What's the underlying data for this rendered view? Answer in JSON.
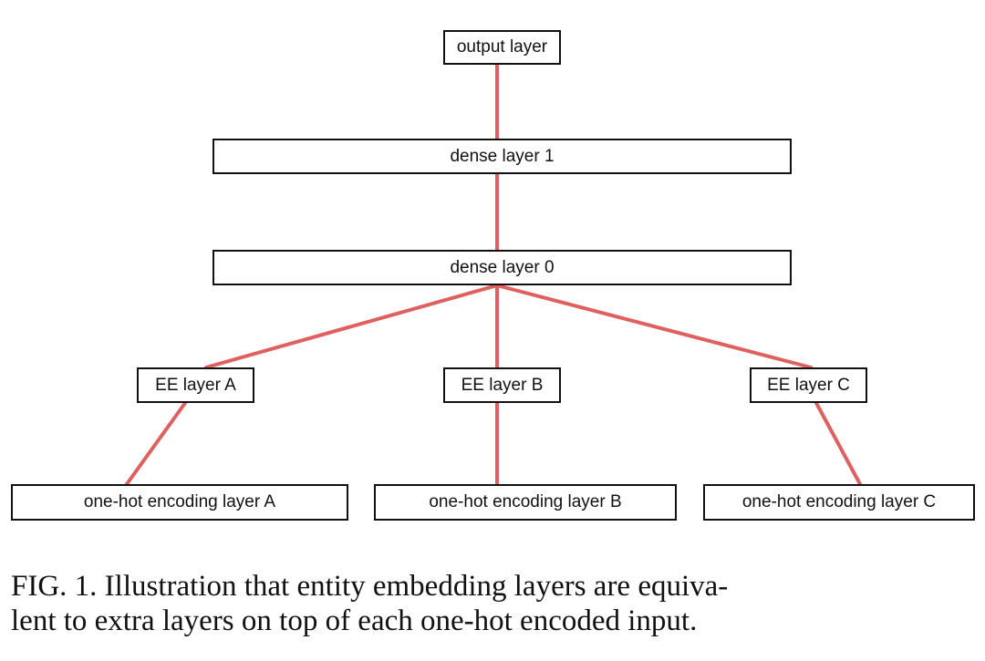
{
  "diagram": {
    "nodes": {
      "output_layer": "output layer",
      "dense_layer_1": "dense layer 1",
      "dense_layer_0": "dense layer 0",
      "ee_layer_a": "EE layer A",
      "ee_layer_b": "EE layer B",
      "ee_layer_c": "EE layer C",
      "one_hot_a": "one-hot encoding layer A",
      "one_hot_b": "one-hot encoding layer B",
      "one_hot_c": "one-hot encoding layer C"
    },
    "edges": [
      [
        "output_layer",
        "dense_layer_1"
      ],
      [
        "dense_layer_1",
        "dense_layer_0"
      ],
      [
        "dense_layer_0",
        "ee_layer_a"
      ],
      [
        "dense_layer_0",
        "ee_layer_b"
      ],
      [
        "dense_layer_0",
        "ee_layer_c"
      ],
      [
        "ee_layer_a",
        "one_hot_a"
      ],
      [
        "ee_layer_b",
        "one_hot_b"
      ],
      [
        "ee_layer_c",
        "one_hot_c"
      ]
    ],
    "colors": {
      "edge": "#e06060",
      "border": "#111111",
      "text": "#111111"
    }
  },
  "caption": {
    "line1": "FIG. 1. Illustration that entity embedding layers are equiva-",
    "line2": "lent to extra layers on top of each one-hot encoded input."
  }
}
